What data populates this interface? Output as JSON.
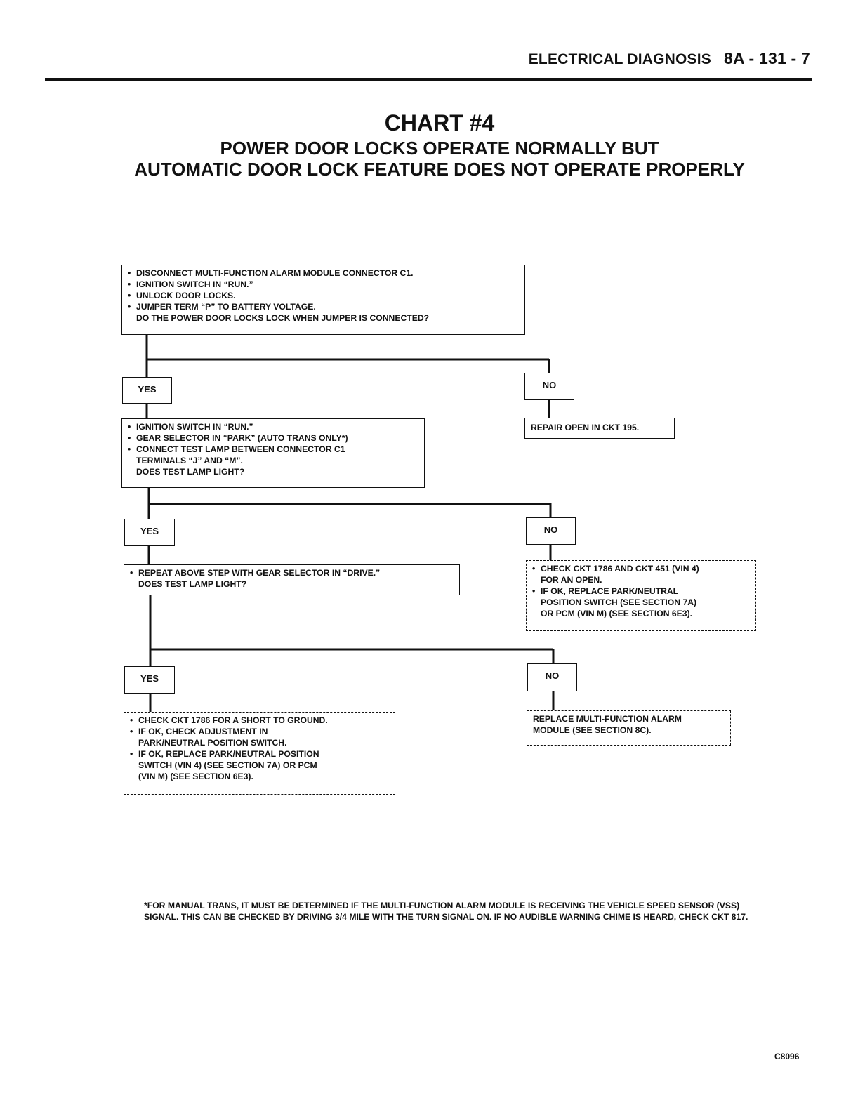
{
  "header": {
    "section": "ELECTRICAL DIAGNOSIS",
    "page": "8A - 131 - 7"
  },
  "title": {
    "chart": "CHART #4",
    "line1": "POWER DOOR LOCKS OPERATE NORMALLY BUT",
    "line2": "AUTOMATIC DOOR LOCK FEATURE DOES NOT OPERATE PROPERLY"
  },
  "steps": {
    "step1": {
      "items": [
        "DISCONNECT MULTI-FUNCTION ALARM MODULE CONNECTOR C1.",
        "IGNITION SWITCH IN “RUN.”",
        "UNLOCK DOOR LOCKS.",
        "JUMPER TERM “P” TO BATTERY VOLTAGE."
      ],
      "question": "DO THE POWER DOOR LOCKS LOCK WHEN JUMPER IS CONNECTED?"
    },
    "step2": {
      "items": [
        "IGNITION SWITCH IN “RUN.”",
        "GEAR SELECTOR IN “PARK” (AUTO TRANS ONLY*)",
        "CONNECT TEST LAMP BETWEEN CONNECTOR C1"
      ],
      "cont": "TERMINALS “J” AND “M”.",
      "question": "DOES TEST LAMP LIGHT?"
    },
    "step3": {
      "items": [
        "REPEAT ABOVE STEP WITH GEAR SELECTOR IN “DRIVE.”"
      ],
      "question": "DOES TEST LAMP LIGHT?"
    }
  },
  "labels": {
    "yes": "YES",
    "no": "NO"
  },
  "results": {
    "no1": "REPAIR OPEN IN CKT 195.",
    "no2": {
      "item1": "CHECK CKT 1786 AND CKT 451 (VIN 4)",
      "item1_cont": "FOR AN OPEN.",
      "item2": "IF OK, REPLACE PARK/NEUTRAL",
      "item2_cont1": "POSITION SWITCH (SEE SECTION 7A)",
      "item2_cont2": "OR PCM (VIN M) (SEE SECTION 6E3)."
    },
    "no3": {
      "line1": "REPLACE MULTI-FUNCTION ALARM",
      "line2": "MODULE (SEE SECTION 8C)."
    },
    "yes3": {
      "item1": "CHECK CKT 1786 FOR A SHORT TO GROUND.",
      "item2": "IF OK, CHECK ADJUSTMENT IN",
      "item2_cont": "PARK/NEUTRAL POSITION SWITCH.",
      "item3": "IF OK, REPLACE PARK/NEUTRAL POSITION",
      "item3_cont1": "SWITCH (VIN 4) (SEE SECTION 7A) OR PCM",
      "item3_cont2": "(VIN M) (SEE SECTION 6E3)."
    }
  },
  "footnote": "*FOR MANUAL TRANS, IT MUST BE DETERMINED IF THE MULTI-FUNCTION ALARM MODULE IS RECEIVING THE VEHICLE SPEED SENSOR (VSS) SIGNAL. THIS CAN BE CHECKED BY DRIVING 3/4 MILE WITH THE TURN SIGNAL ON. IF NO AUDIBLE WARNING CHIME IS HEARD, CHECK CKT 817.",
  "figure_code": "C8096"
}
